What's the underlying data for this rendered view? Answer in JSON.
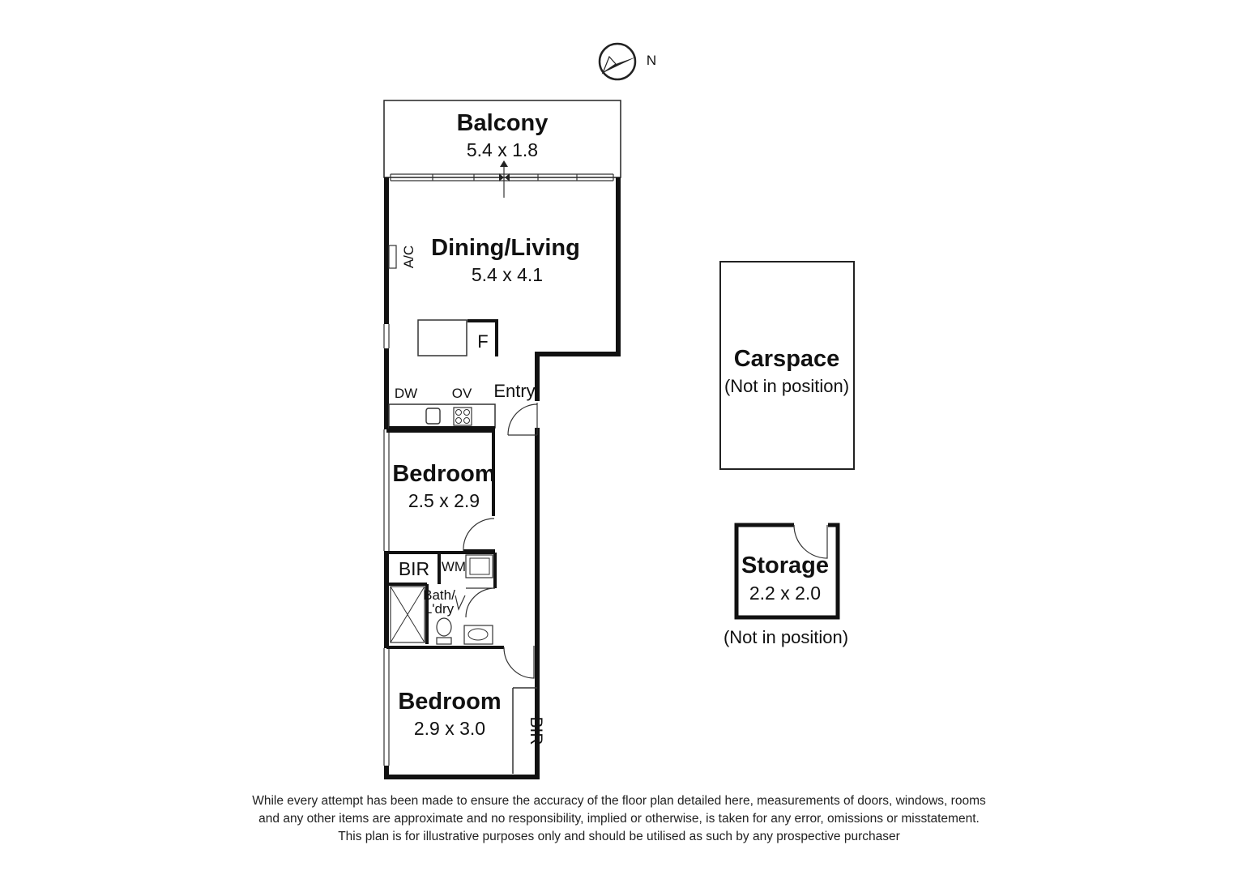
{
  "compass": {
    "label": "N"
  },
  "rooms": {
    "balcony": {
      "name": "Balcony",
      "dims": "5.4 x 1.8"
    },
    "dining_living": {
      "name": "Dining/Living",
      "dims": "5.4 x 4.1"
    },
    "bedroom1": {
      "name": "Bedroom",
      "dims": "2.5 x 2.9"
    },
    "bedroom2": {
      "name": "Bedroom",
      "dims": "2.9 x 3.0"
    },
    "carspace": {
      "name": "Carspace",
      "note": "(Not in position)"
    },
    "storage": {
      "name": "Storage",
      "dims": "2.2 x 2.0",
      "note": "(Not in position)"
    }
  },
  "fixtures": {
    "ac": "A/C",
    "fridge": "F",
    "entry": "Entry",
    "dishwasher": "DW",
    "oven": "OV",
    "bir1": "BIR",
    "bir2": "BIR",
    "washing_machine": "WM",
    "bath_line1": "Bath/",
    "bath_line2": "L'dry"
  },
  "disclaimer": [
    "While every attempt has been made to ensure the accuracy of the floor plan detailed here, measurements of doors, windows, rooms",
    "and any other items are approximate and no responsibility, implied or otherwise, is taken for any error, omissions or misstatement.",
    "This plan is for illustrative purposes only and should be utilised as such by any prospective purchaser"
  ]
}
